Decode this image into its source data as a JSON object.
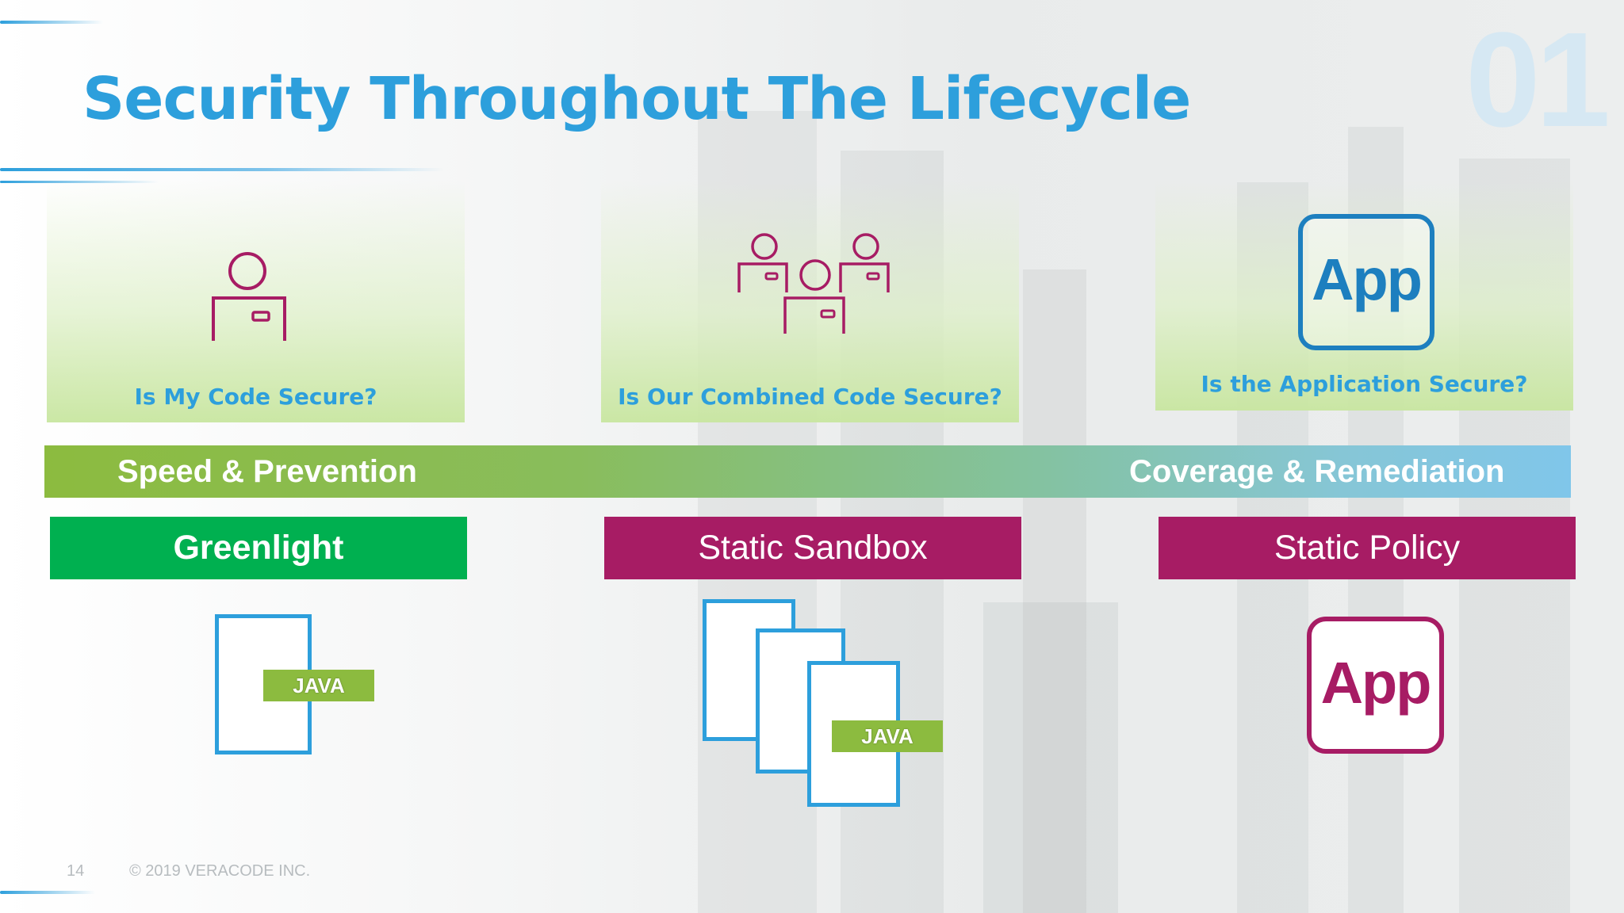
{
  "slide": {
    "number_watermark": "01",
    "title": "Security Throughout The Lifecycle"
  },
  "questions": [
    {
      "label": "Is My Code Secure?",
      "icon": "single-developer-icon"
    },
    {
      "label": "Is Our Combined Code Secure?",
      "icon": "developer-team-icon"
    },
    {
      "label": "Is the Application Secure?",
      "icon": "app-icon",
      "icon_text": "App"
    }
  ],
  "band": {
    "left_label": "Speed & Prevention",
    "right_label": "Coverage & Remediation"
  },
  "tools": [
    {
      "label": "Greenlight",
      "color": "#00b050"
    },
    {
      "label": "Static Sandbox",
      "color": "#a71c64"
    },
    {
      "label": "Static Policy",
      "color": "#a71c64"
    }
  ],
  "artifacts": {
    "greenlight_file_tag": "JAVA",
    "sandbox_file_tag": "JAVA",
    "policy_app_text": "App"
  },
  "footer": {
    "page_number": "14",
    "copyright": "© 2019 VERACODE INC."
  },
  "colors": {
    "title_blue": "#2d9fdc",
    "magenta": "#a71c64",
    "green": "#00b050",
    "java_green": "#8cbb3f"
  }
}
